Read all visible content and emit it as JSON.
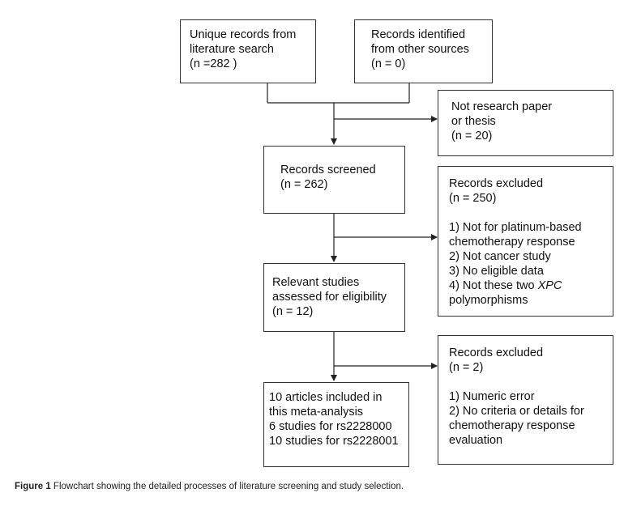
{
  "boxes": {
    "unique_records": {
      "lines": [
        "Unique records from",
        "literature search",
        "(n =282 )"
      ]
    },
    "other_sources": {
      "lines": [
        "Records identified",
        "from other sources",
        "(n = 0)"
      ]
    },
    "not_research": {
      "lines": [
        "Not research paper",
        "or thesis",
        "(n = 20)"
      ]
    },
    "screened": {
      "lines": [
        "Records screened",
        "(n = 262)"
      ]
    },
    "excluded_1": {
      "lines": [
        "Records excluded",
        "(n = 250)",
        "",
        "1) Not for platinum-based",
        "chemotherapy response",
        "2) Not cancer study",
        "3) No eligible data"
      ],
      "item4_prefix": "4) Not these two ",
      "item4_italic": "XPC",
      "item4_cont": "polymorphisms"
    },
    "eligibility": {
      "lines": [
        "Relevant studies",
        "assessed for eligibility",
        "(n = 12)"
      ]
    },
    "excluded_2": {
      "lines": [
        "Records excluded",
        "(n = 2)",
        "",
        "1) Numeric error",
        "2) No criteria or details for",
        "chemotherapy response",
        "evaluation"
      ]
    },
    "included": {
      "lines": [
        "10 articles included in",
        "this meta-analysis",
        "6 studies for rs2228000",
        "10 studies for rs2228001"
      ]
    }
  },
  "caption": {
    "label": "Figure 1",
    "text": " Flowchart showing the detailed processes of literature screening and study selection."
  }
}
